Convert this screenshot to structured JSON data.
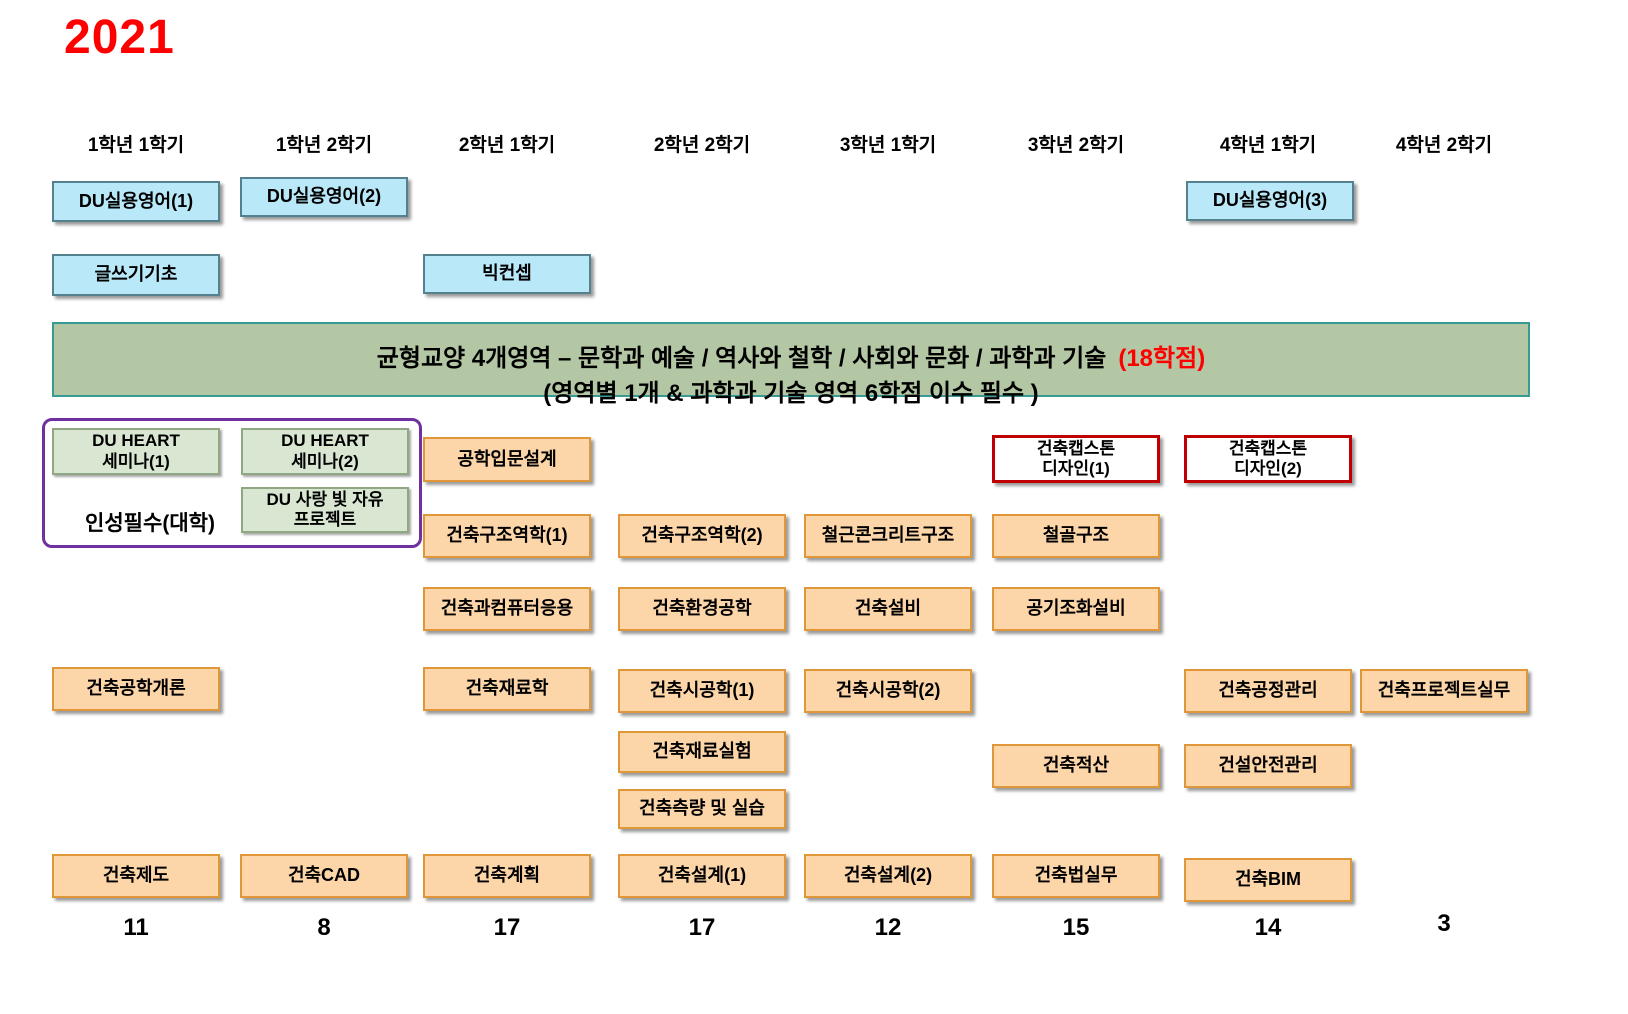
{
  "title": "2021",
  "columns": [
    "1학년 1학기",
    "1학년 2학기",
    "2학년 1학기",
    "2학년 2학기",
    "3학년 1학기",
    "3학년 2학기",
    "4학년 1학기",
    "4학년 2학기"
  ],
  "credits": [
    "11",
    "8",
    "17",
    "17",
    "12",
    "15",
    "14",
    "3"
  ],
  "band": {
    "line1": "균형교양   4개영역   – 문학과 예술 / 역사와 철학 /  사회와 문화 / 과학과 기술",
    "credit": "(18학점)",
    "line2": "(영역별 1개 & 과학과 기술 영역  6학점 이수 필수 )"
  },
  "personality": {
    "label": "인성필수(대학)"
  },
  "courses": {
    "du_english_1": "DU실용영어(1)",
    "du_english_2": "DU실용영어(2)",
    "du_english_3": "DU실용영어(3)",
    "writing_basic": "글쓰기기초",
    "big_concept": "빅컨셉",
    "heart_seminar_1": "DU HEART\n세미나(1)",
    "heart_seminar_2": "DU HEART\n세미나(2)",
    "love_light_freedom": "DU 사랑 빛 자유\n프로젝트",
    "capstone_1": "건축캡스톤\n디자인(1)",
    "capstone_2": "건축캡스톤\n디자인(2)",
    "intro_arch_eng": "건축공학개론",
    "drafting": "건축제도",
    "cad": "건축CAD",
    "intro_eng_design": "공학입문설계",
    "struct_mech_1": "건축구조역학(1)",
    "struct_mech_2": "건축구조역학(2)",
    "arch_computer": "건축과컴퓨터응용",
    "arch_materials": "건축재료학",
    "planning": "건축계획",
    "env_eng": "건축환경공학",
    "construction_1": "건축시공학(1)",
    "construction_2": "건축시공학(2)",
    "materials_lab": "건축재료실험",
    "surveying": "건축측량 및 실습",
    "design_1": "건축설계(1)",
    "design_2": "건축설계(2)",
    "rc_structure": "철근콘크리트구조",
    "building_services": "건축설비",
    "steel_structure": "철골구조",
    "air_conditioning": "공기조화설비",
    "estimation": "건축적산",
    "law_practice": "건축법실무",
    "process_mgmt": "건축공정관리",
    "safety_mgmt": "건설안전관리",
    "bim": "건축BIM",
    "project_practice": "건축프로젝트실무"
  },
  "palette": {
    "title_red": "#ff0000",
    "blue_fill": "#b9e8f8",
    "blue_border": "#55808e",
    "orange_fill": "#fcd5a8",
    "orange_border": "#e0973a",
    "band_fill": "#b4c7a4",
    "band_border": "#379b93",
    "green_box_fill": "#d9e7d2",
    "green_box_border": "#8fa783",
    "capstone_border": "#c00000",
    "purple_border": "#7030a0",
    "credit_text_red": "#ff0000"
  }
}
